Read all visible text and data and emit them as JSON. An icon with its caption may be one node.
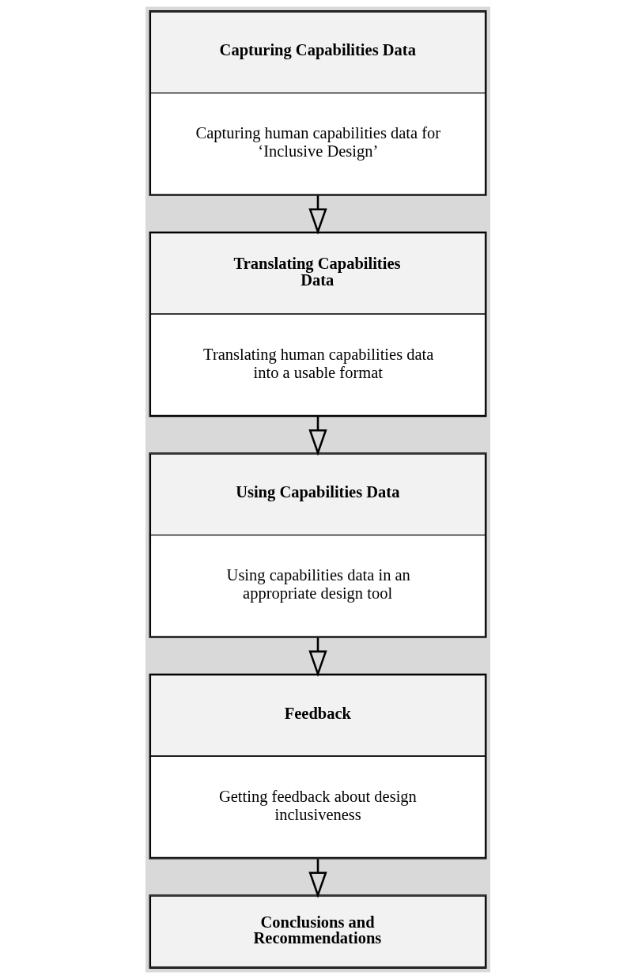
{
  "diagram": {
    "nodes": [
      {
        "text": [
          "Capturing Capabilities Data",
          "Capturing human capabilities data for ‘Inclusive Design’"
        ]
      },
      {
        "text": [
          "Translating Capabilities Data",
          "Translating human capabilities data into a usable format"
        ]
      },
      {
        "text": [
          "Using Capabilities Data",
          "Using capabilities data in an appropriate design tool"
        ]
      },
      {
        "text": [
          "Feedback",
          "Getting feedback about design inclusiveness"
        ]
      },
      {
        "text": [
          "Conclusions and Recommendations"
        ]
      }
    ],
    "edges": [
      {
        "from": 0,
        "to": 1,
        "arrow": "to"
      },
      {
        "from": 1,
        "to": 2,
        "arrow": "to"
      },
      {
        "from": 2,
        "to": 3,
        "arrow": "to"
      },
      {
        "from": 3,
        "to": 4,
        "arrow": "to"
      }
    ]
  }
}
